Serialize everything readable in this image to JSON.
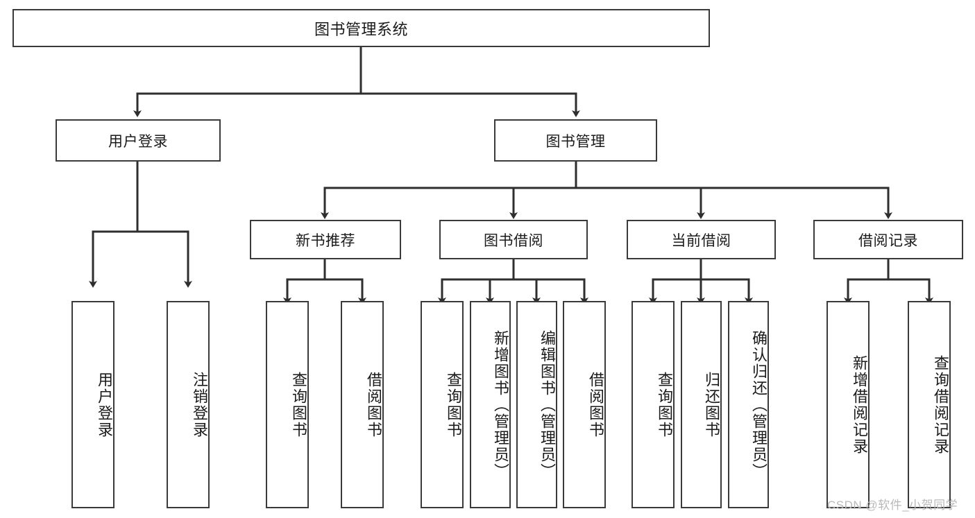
{
  "diagram": {
    "title": "图书管理系统",
    "type": "tree-hierarchy",
    "root": {
      "label": "图书管理系统"
    },
    "level2": [
      {
        "label": "用户登录"
      },
      {
        "label": "图书管理"
      }
    ],
    "level3": [
      {
        "label": "新书推荐"
      },
      {
        "label": "图书借阅"
      },
      {
        "label": "当前借阅"
      },
      {
        "label": "借阅记录"
      }
    ],
    "leaves": [
      {
        "label": "用户登录",
        "parent": "用户登录"
      },
      {
        "label": "注销登录",
        "parent": "用户登录"
      },
      {
        "label": "查询图书",
        "parent": "新书推荐"
      },
      {
        "label": "借阅图书",
        "parent": "新书推荐"
      },
      {
        "label": "查询图书",
        "parent": "图书借阅"
      },
      {
        "label": "新增图书（管理员）",
        "parent": "图书借阅"
      },
      {
        "label": "编辑图书（管理员）",
        "parent": "图书借阅"
      },
      {
        "label": "借阅图书",
        "parent": "图书借阅"
      },
      {
        "label": "查询图书",
        "parent": "当前借阅"
      },
      {
        "label": "归还图书",
        "parent": "当前借阅"
      },
      {
        "label": "确认归还（管理员）",
        "parent": "当前借阅"
      },
      {
        "label": "新增借阅记录",
        "parent": "借阅记录"
      },
      {
        "label": "查询借阅记录",
        "parent": "借阅记录"
      }
    ],
    "watermark": "CSDN @软件_小贺同学",
    "colors": {
      "stroke": "#3a3a3a",
      "fill": "#ffffff",
      "text": "#1a1a1a",
      "watermark": "#b9b9b9"
    }
  }
}
